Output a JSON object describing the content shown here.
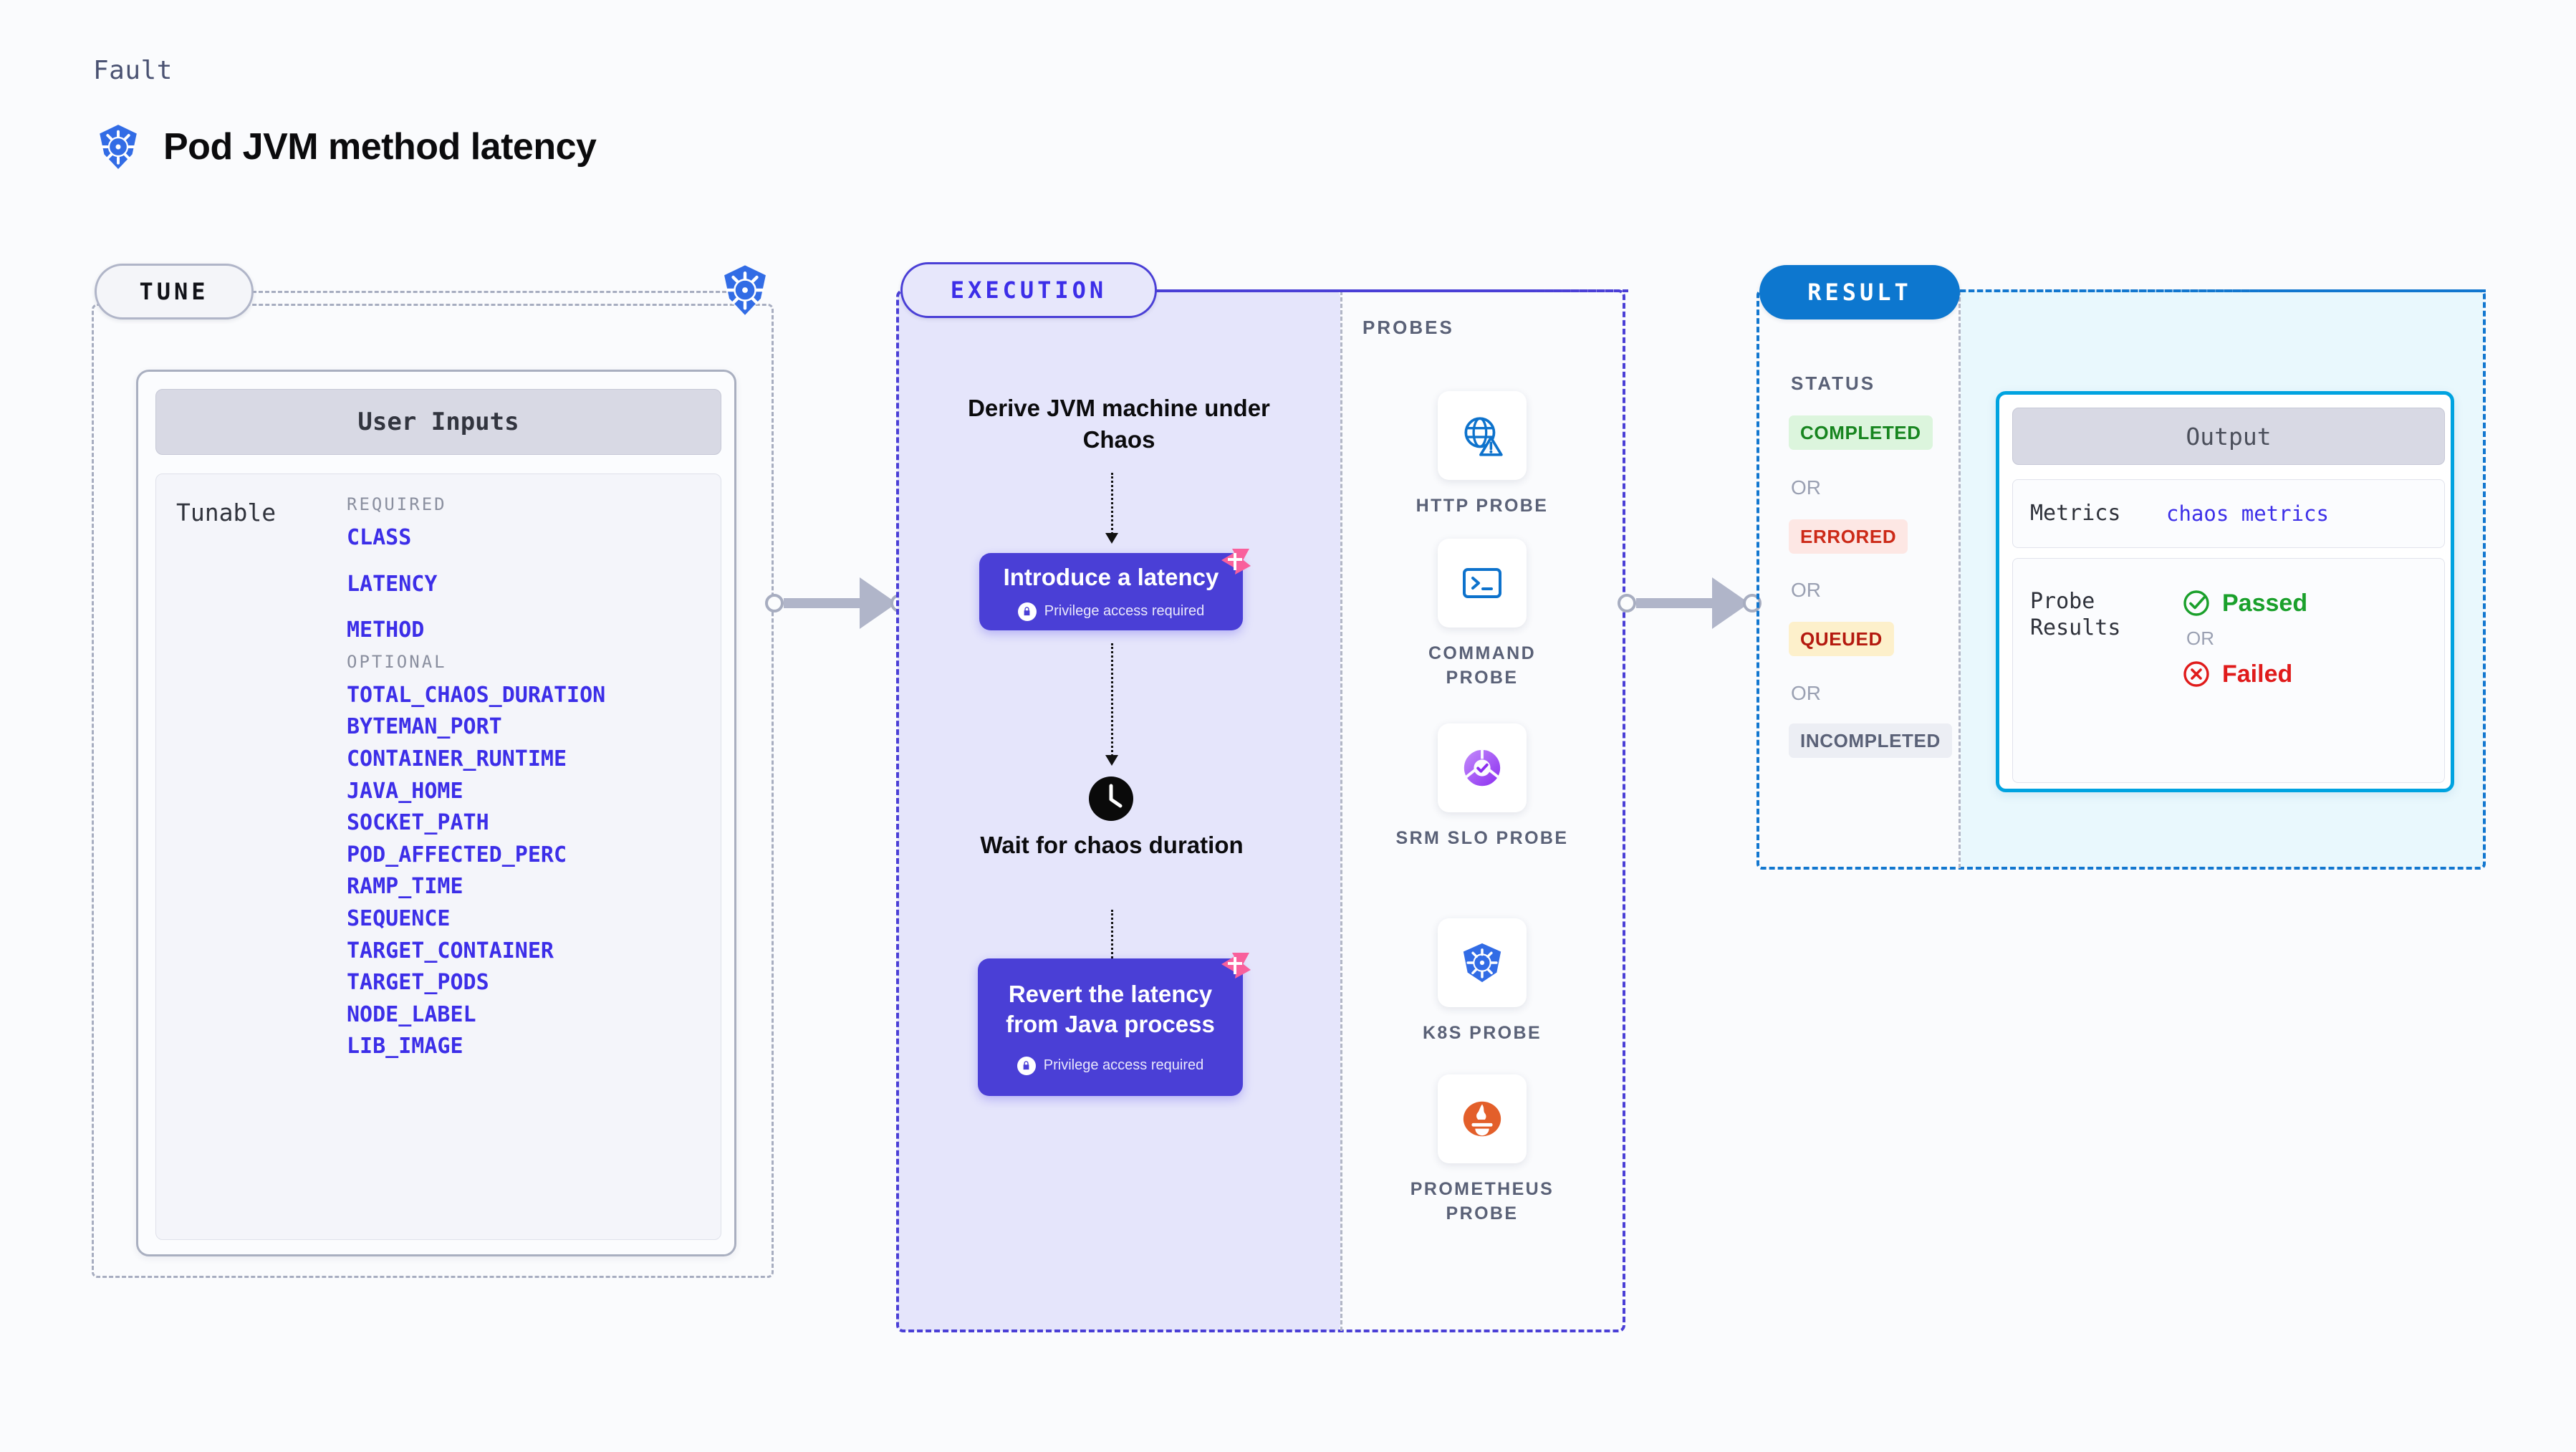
{
  "header": {
    "eyebrow": "Fault",
    "title": "Pod JVM method latency",
    "icon": "kubernetes-icon"
  },
  "tune": {
    "pill_label": "TUNE",
    "boundary_icon": "kubernetes-icon",
    "card": {
      "header": "User Inputs",
      "row_label": "Tunable",
      "groups": [
        {
          "label": "REQUIRED",
          "params": [
            "CLASS",
            "LATENCY",
            "METHOD"
          ]
        },
        {
          "label": "OPTIONAL",
          "params": [
            "TOTAL_CHAOS_DURATION",
            "BYTEMAN_PORT",
            "CONTAINER_RUNTIME",
            "JAVA_HOME",
            "SOCKET_PATH",
            "POD_AFFECTED_PERC",
            "RAMP_TIME",
            "SEQUENCE",
            "TARGET_CONTAINER",
            "TARGET_PODS",
            "NODE_LABEL",
            "LIB_IMAGE"
          ]
        }
      ]
    }
  },
  "execution": {
    "pill_label": "EXECUTION",
    "steps": [
      {
        "type": "text",
        "label": "Derive JVM machine under Chaos"
      },
      {
        "type": "action",
        "label": "Introduce a latency",
        "privilege": "Privilege access required",
        "badge": "litmus-icon"
      },
      {
        "type": "wait",
        "icon": "clock-icon",
        "label": "Wait for chaos duration"
      },
      {
        "type": "action",
        "label": "Revert the latency from Java process",
        "privilege": "Privilege access required",
        "badge": "litmus-icon"
      }
    ]
  },
  "probes": {
    "label": "PROBES",
    "items": [
      {
        "name": "HTTP PROBE",
        "icon": "globe-warning-icon"
      },
      {
        "name": "COMMAND PROBE",
        "icon": "terminal-icon"
      },
      {
        "name": "SRM SLO PROBE",
        "icon": "slo-gauge-icon"
      },
      {
        "name": "K8S PROBE",
        "icon": "kubernetes-icon"
      },
      {
        "name": "PROMETHEUS PROBE",
        "icon": "prometheus-icon"
      }
    ]
  },
  "result": {
    "pill_label": "RESULT",
    "status_label": "STATUS",
    "or_label": "OR",
    "statuses": [
      {
        "label": "COMPLETED",
        "bg": "#dcf5dd",
        "fg": "#17851f"
      },
      {
        "label": "ERRORED",
        "bg": "#fde7e4",
        "fg": "#cc2a18"
      },
      {
        "label": "QUEUED",
        "bg": "#fdf0cb",
        "fg": "#b4190f"
      },
      {
        "label": "INCOMPLETED",
        "bg": "#eceef4",
        "fg": "#5a6177"
      }
    ],
    "output": {
      "header": "Output",
      "metrics_key": "Metrics",
      "metrics_value": "chaos metrics",
      "probe_results_key": "Probe Results",
      "passed_label": "Passed",
      "failed_label": "Failed",
      "or_label": "OR",
      "passed_icon": "check-circle-icon",
      "failed_icon": "x-circle-icon"
    }
  },
  "colors": {
    "accent_purple": "#4a3fd6",
    "accent_blue": "#0d77cf",
    "accent_cyan": "#00a3e0",
    "param_link": "#3c2ee8",
    "pink_badge": "#f9609c",
    "pass_green": "#1aa02b",
    "fail_red": "#e01b1b"
  }
}
